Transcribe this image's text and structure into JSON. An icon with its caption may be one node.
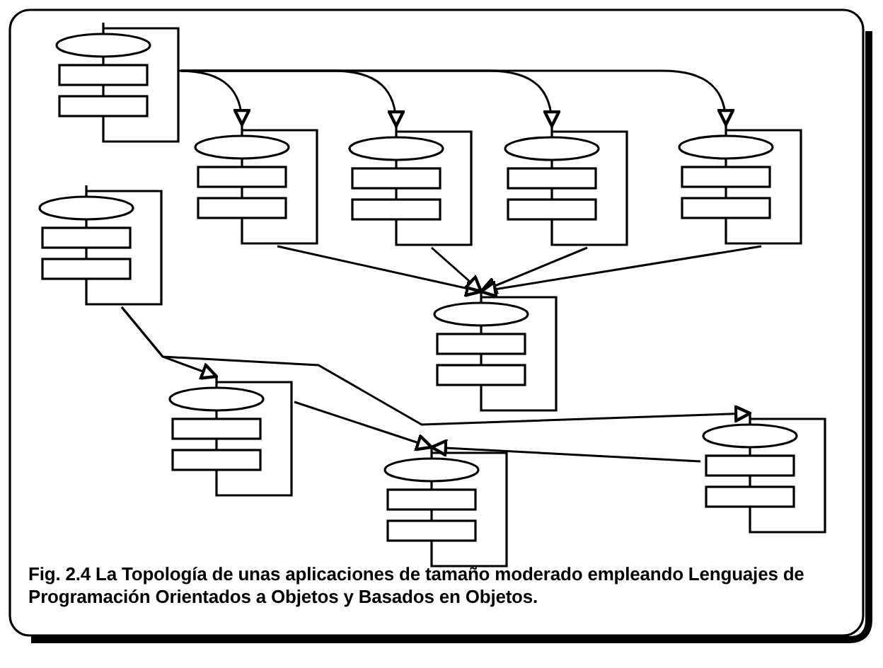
{
  "diagram": {
    "caption": "Fig. 2.4 La Topología de unas aplicaciones de tamaño moderado empleando Lenguajes de Programación Orientados a Objetos y Basados en Objetos.",
    "nodes": [
      {
        "text": [],
        "shape": "box"
      },
      {
        "text": [],
        "shape": "box"
      },
      {
        "text": [],
        "shape": "box"
      },
      {
        "text": [],
        "shape": "box"
      },
      {
        "text": [],
        "shape": "box"
      },
      {
        "text": [],
        "shape": "box"
      },
      {
        "text": [],
        "shape": "box"
      },
      {
        "text": [],
        "shape": "box"
      },
      {
        "text": [],
        "shape": "box"
      },
      {
        "text": [],
        "shape": "box"
      }
    ],
    "edges": [
      {
        "from": 0,
        "to": 1,
        "arrow": "to"
      },
      {
        "from": 0,
        "to": 2,
        "arrow": "to"
      },
      {
        "from": 0,
        "to": 3,
        "arrow": "to"
      },
      {
        "from": 0,
        "to": 4,
        "arrow": "to"
      },
      {
        "from": 1,
        "to": 6,
        "arrow": "to"
      },
      {
        "from": 2,
        "to": 6,
        "arrow": "to"
      },
      {
        "from": 3,
        "to": 6,
        "arrow": "to"
      },
      {
        "from": 4,
        "to": 6,
        "arrow": "to"
      },
      {
        "from": 5,
        "to": 7,
        "arrow": "to"
      },
      {
        "from": 5,
        "to": 9,
        "arrow": "to"
      },
      {
        "from": 7,
        "to": 8,
        "arrow": "to"
      },
      {
        "from": 9,
        "to": 8,
        "arrow": "to"
      }
    ]
  }
}
